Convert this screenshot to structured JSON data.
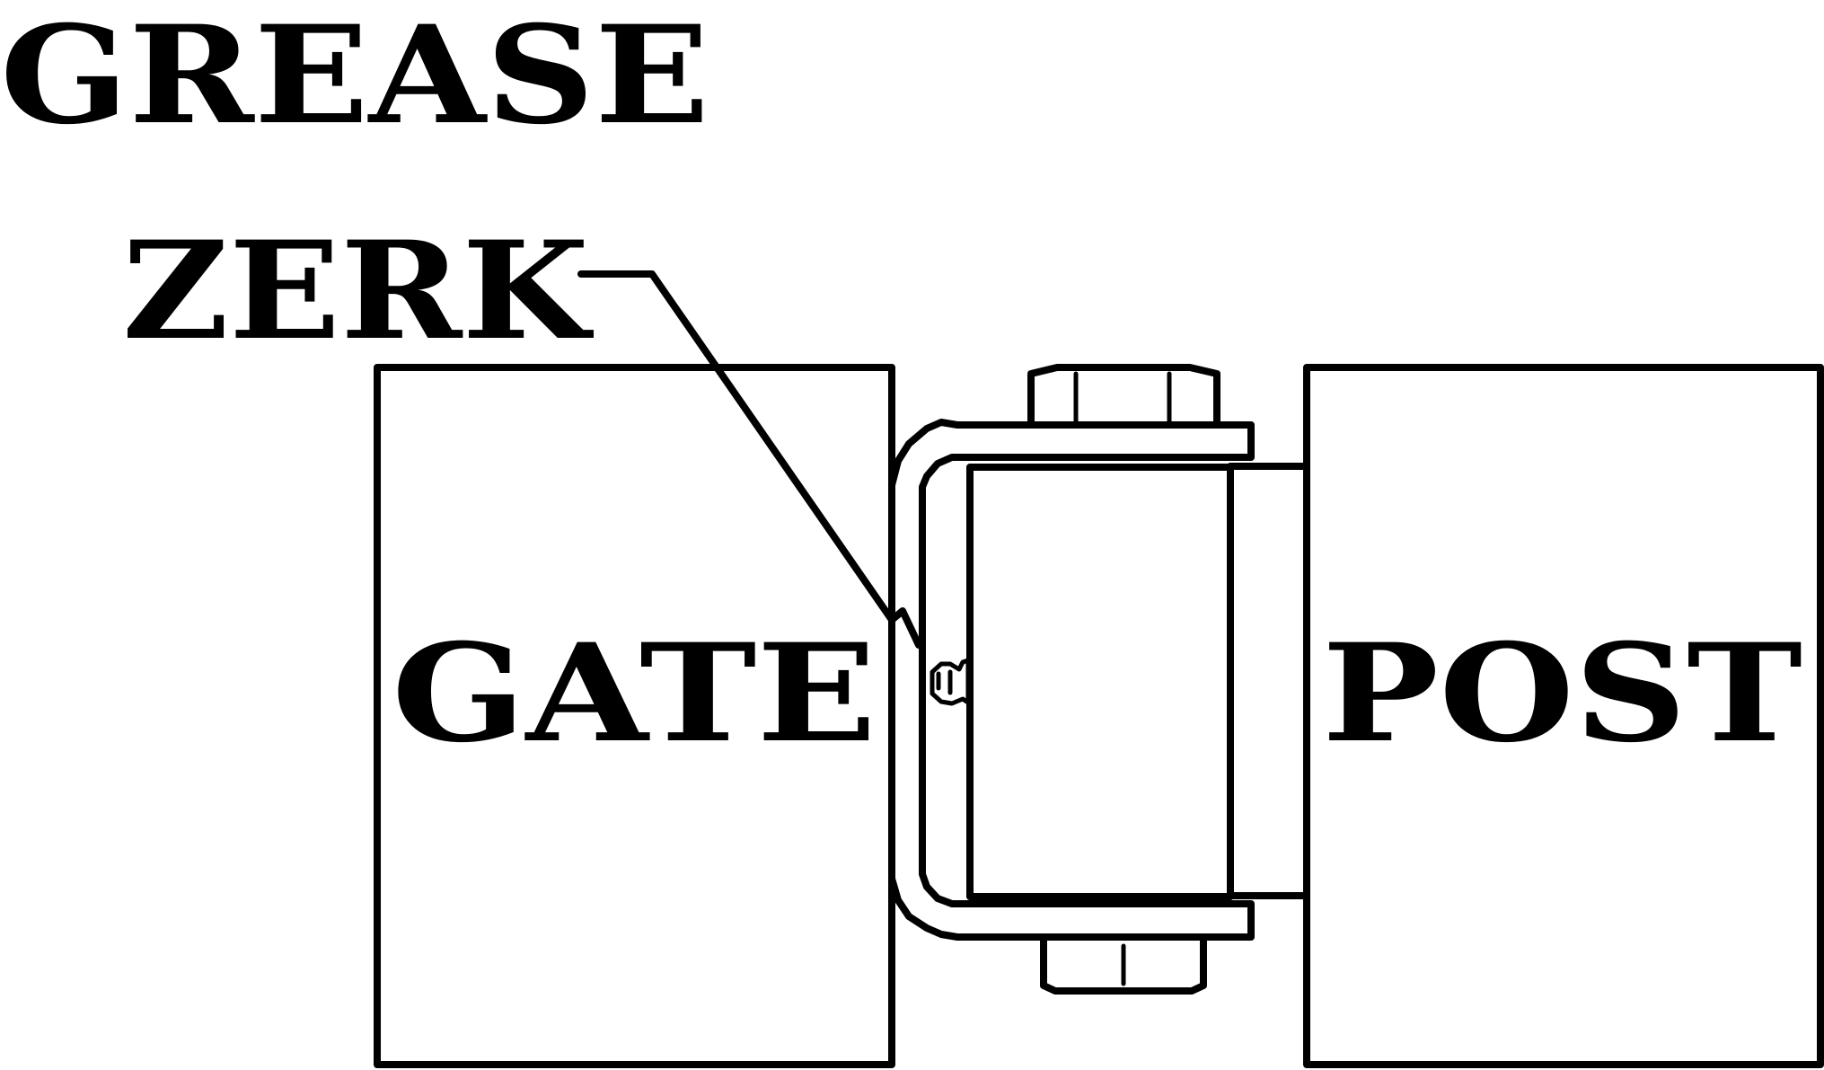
{
  "labels": {
    "grease": "GREASE",
    "zerk": "ZERK",
    "gate": "GATE",
    "post": "POST"
  },
  "colors": {
    "ink": "#000000",
    "background": "#ffffff"
  }
}
